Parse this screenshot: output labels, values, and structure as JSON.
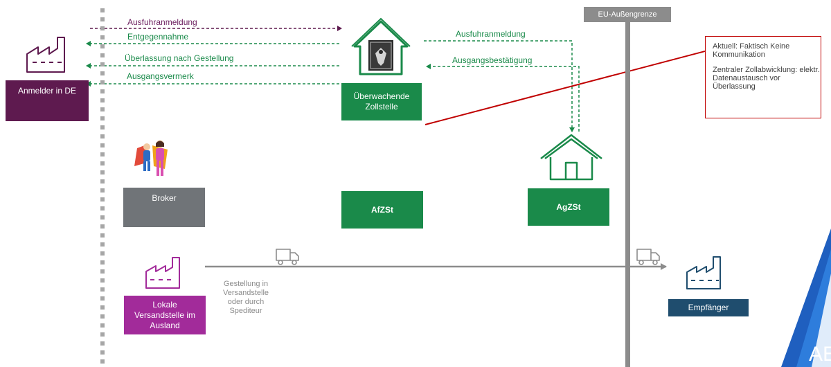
{
  "border": {
    "label": "EU-Außengrenze"
  },
  "declarant": {
    "label": "Anmelder in DE"
  },
  "broker": {
    "label": "Broker"
  },
  "supervising_office": {
    "label": "Überwachende Zollstelle"
  },
  "afzst": {
    "label": "AfZSt"
  },
  "agzst": {
    "label": "AgZSt"
  },
  "local_dispatch": {
    "label": "Lokale Versandstelle im Ausland"
  },
  "consignee": {
    "label": "Empfänger"
  },
  "presentation_note": {
    "text": "Gestellung in Versandstelle oder durch Spediteur"
  },
  "messages": {
    "export_declaration": "Ausfuhranmeldung",
    "acceptance": "Entgegennahme",
    "release": "Überlassung nach Gestellung",
    "exit_note": "Ausgangsvermerk",
    "export_declaration_2": "Ausfuhranmeldung",
    "exit_confirmation": "Ausgangsbestätigung"
  },
  "callout": {
    "line1": "Aktuell: Faktisch Keine Kommunikation",
    "line2": "Zentraler Zollabwicklung: elektr. Datenaustausch vor Überlassung"
  },
  "watermark": "AE",
  "colors": {
    "purple_dark": "#5e1a4f",
    "purple_bright": "#a22b9a",
    "green": "#1a8a4a",
    "gray": "#707478",
    "navy": "#1f4d6e",
    "red": "#c00000",
    "blue_accent": "#1f5fbf"
  },
  "icons": [
    "factory-icon",
    "customs-house-icon",
    "house-icon",
    "superheroes-icon",
    "truck-icon"
  ]
}
